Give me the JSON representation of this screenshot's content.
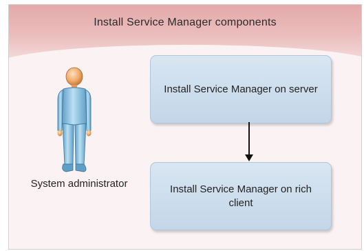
{
  "diagram": {
    "title": "Install Service Manager components",
    "actor": {
      "label": "System administrator",
      "icon": "person-icon"
    },
    "steps": [
      {
        "label": "Install Service Manager on server"
      },
      {
        "label": "Install Service Manager on rich client"
      }
    ],
    "connector": {
      "from": 0,
      "to": 1,
      "style": "arrow"
    },
    "colors": {
      "header": "#e7b3b3",
      "background": "#fbf3f3",
      "step_fill": "#cfdeed",
      "actor_body": "#8ec2dd",
      "actor_head": "#f2ad6b"
    }
  }
}
